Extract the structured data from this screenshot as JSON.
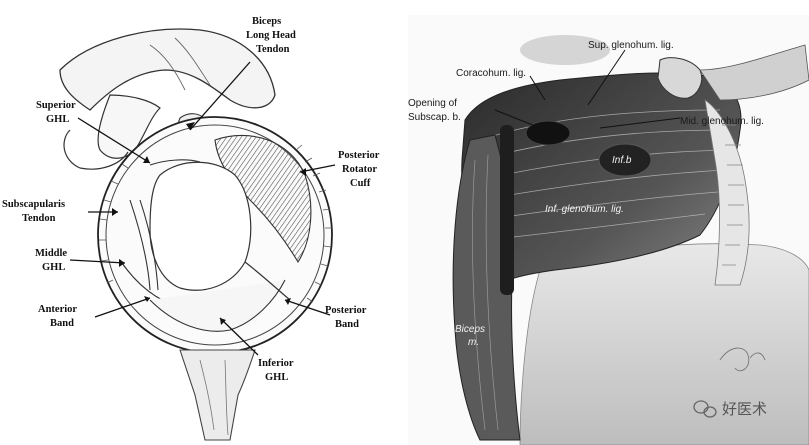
{
  "left_labels": {
    "biceps": [
      "Biceps",
      "Long Head",
      "Tendon"
    ],
    "superior_ghl": [
      "Superior",
      "GHL"
    ],
    "posterior_rotator_cuff": [
      "Posterior",
      "Rotator",
      "Cuff"
    ],
    "subscapularis_tendon": [
      "Subscapularis",
      "Tendon"
    ],
    "middle_ghl": [
      "Middle",
      "GHL"
    ],
    "anterior_band": [
      "Anterior",
      "Band"
    ],
    "posterior_band": [
      "Posterior",
      "Band"
    ],
    "inferior_ghl": [
      "Inferior",
      "GHL"
    ]
  },
  "right_labels": {
    "sup_glenohum": "Sup. glenohum. lig.",
    "coracohum": "Coracohum. lig.",
    "opening_subscap": [
      "Opening of",
      "Subscap. b."
    ],
    "mid_glenohum": "Mid. glenohum. lig.",
    "inf_glenohum": "Inf. glenohum. lig.",
    "infb": "Inf.b",
    "biceps_m": [
      "Biceps",
      "m."
    ]
  },
  "watermark": {
    "icon": "wechat-icon",
    "text": "好医术"
  }
}
